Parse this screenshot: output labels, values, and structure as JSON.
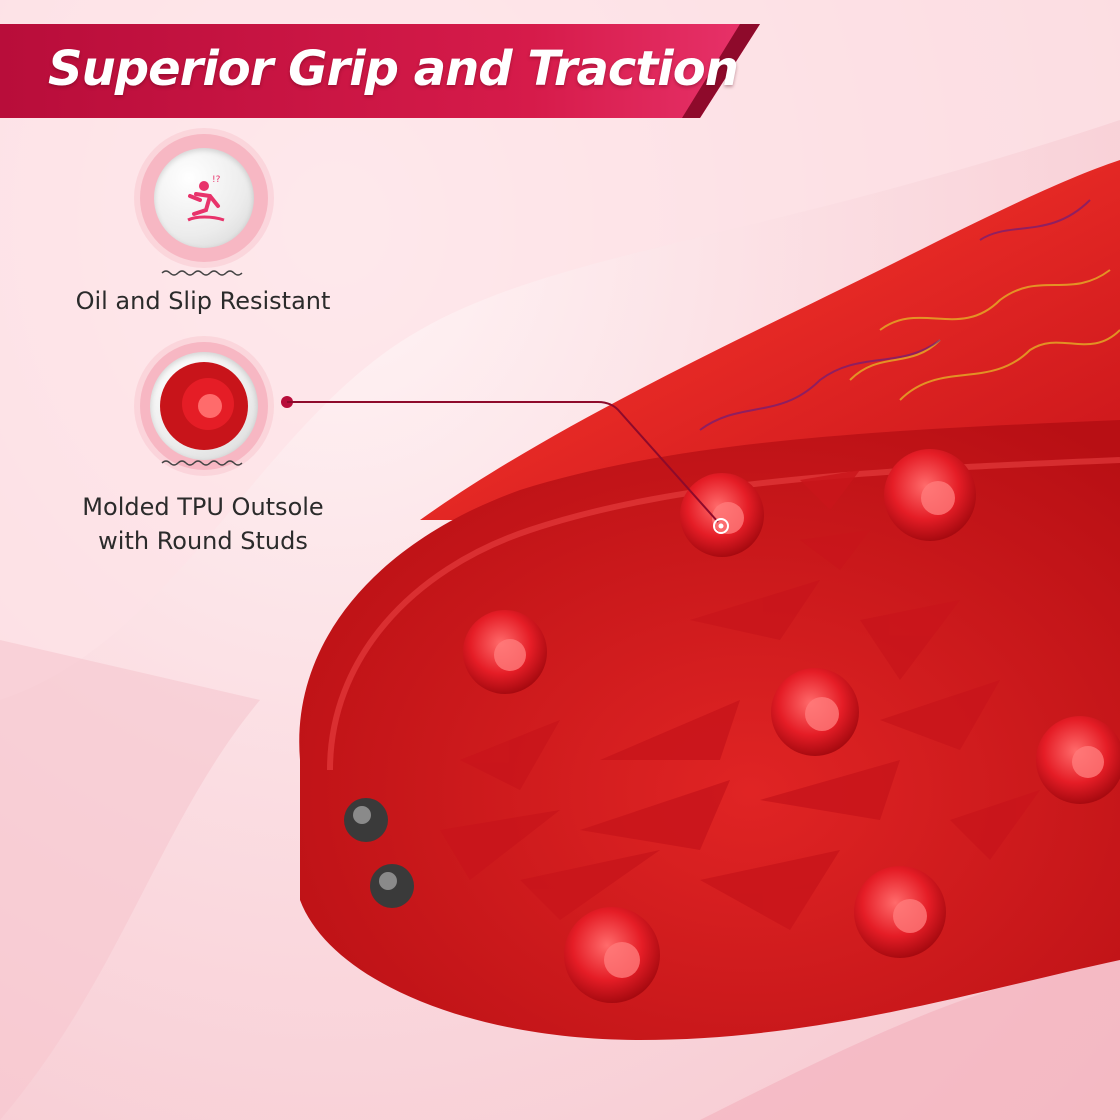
{
  "banner": {
    "title": "Superior Grip and Traction"
  },
  "features": [
    {
      "label": "Oil and Slip Resistant",
      "icon": "slip-hazard-icon"
    },
    {
      "label_line1": "Molded TPU Outsole",
      "label_line2": "with Round Studs",
      "icon": "stud-closeup-icon"
    }
  ],
  "colors": {
    "banner": "#c0123f",
    "accent": "#e8336b",
    "sole": "#d81e1e",
    "badge_ring": "#f7b7c3"
  }
}
